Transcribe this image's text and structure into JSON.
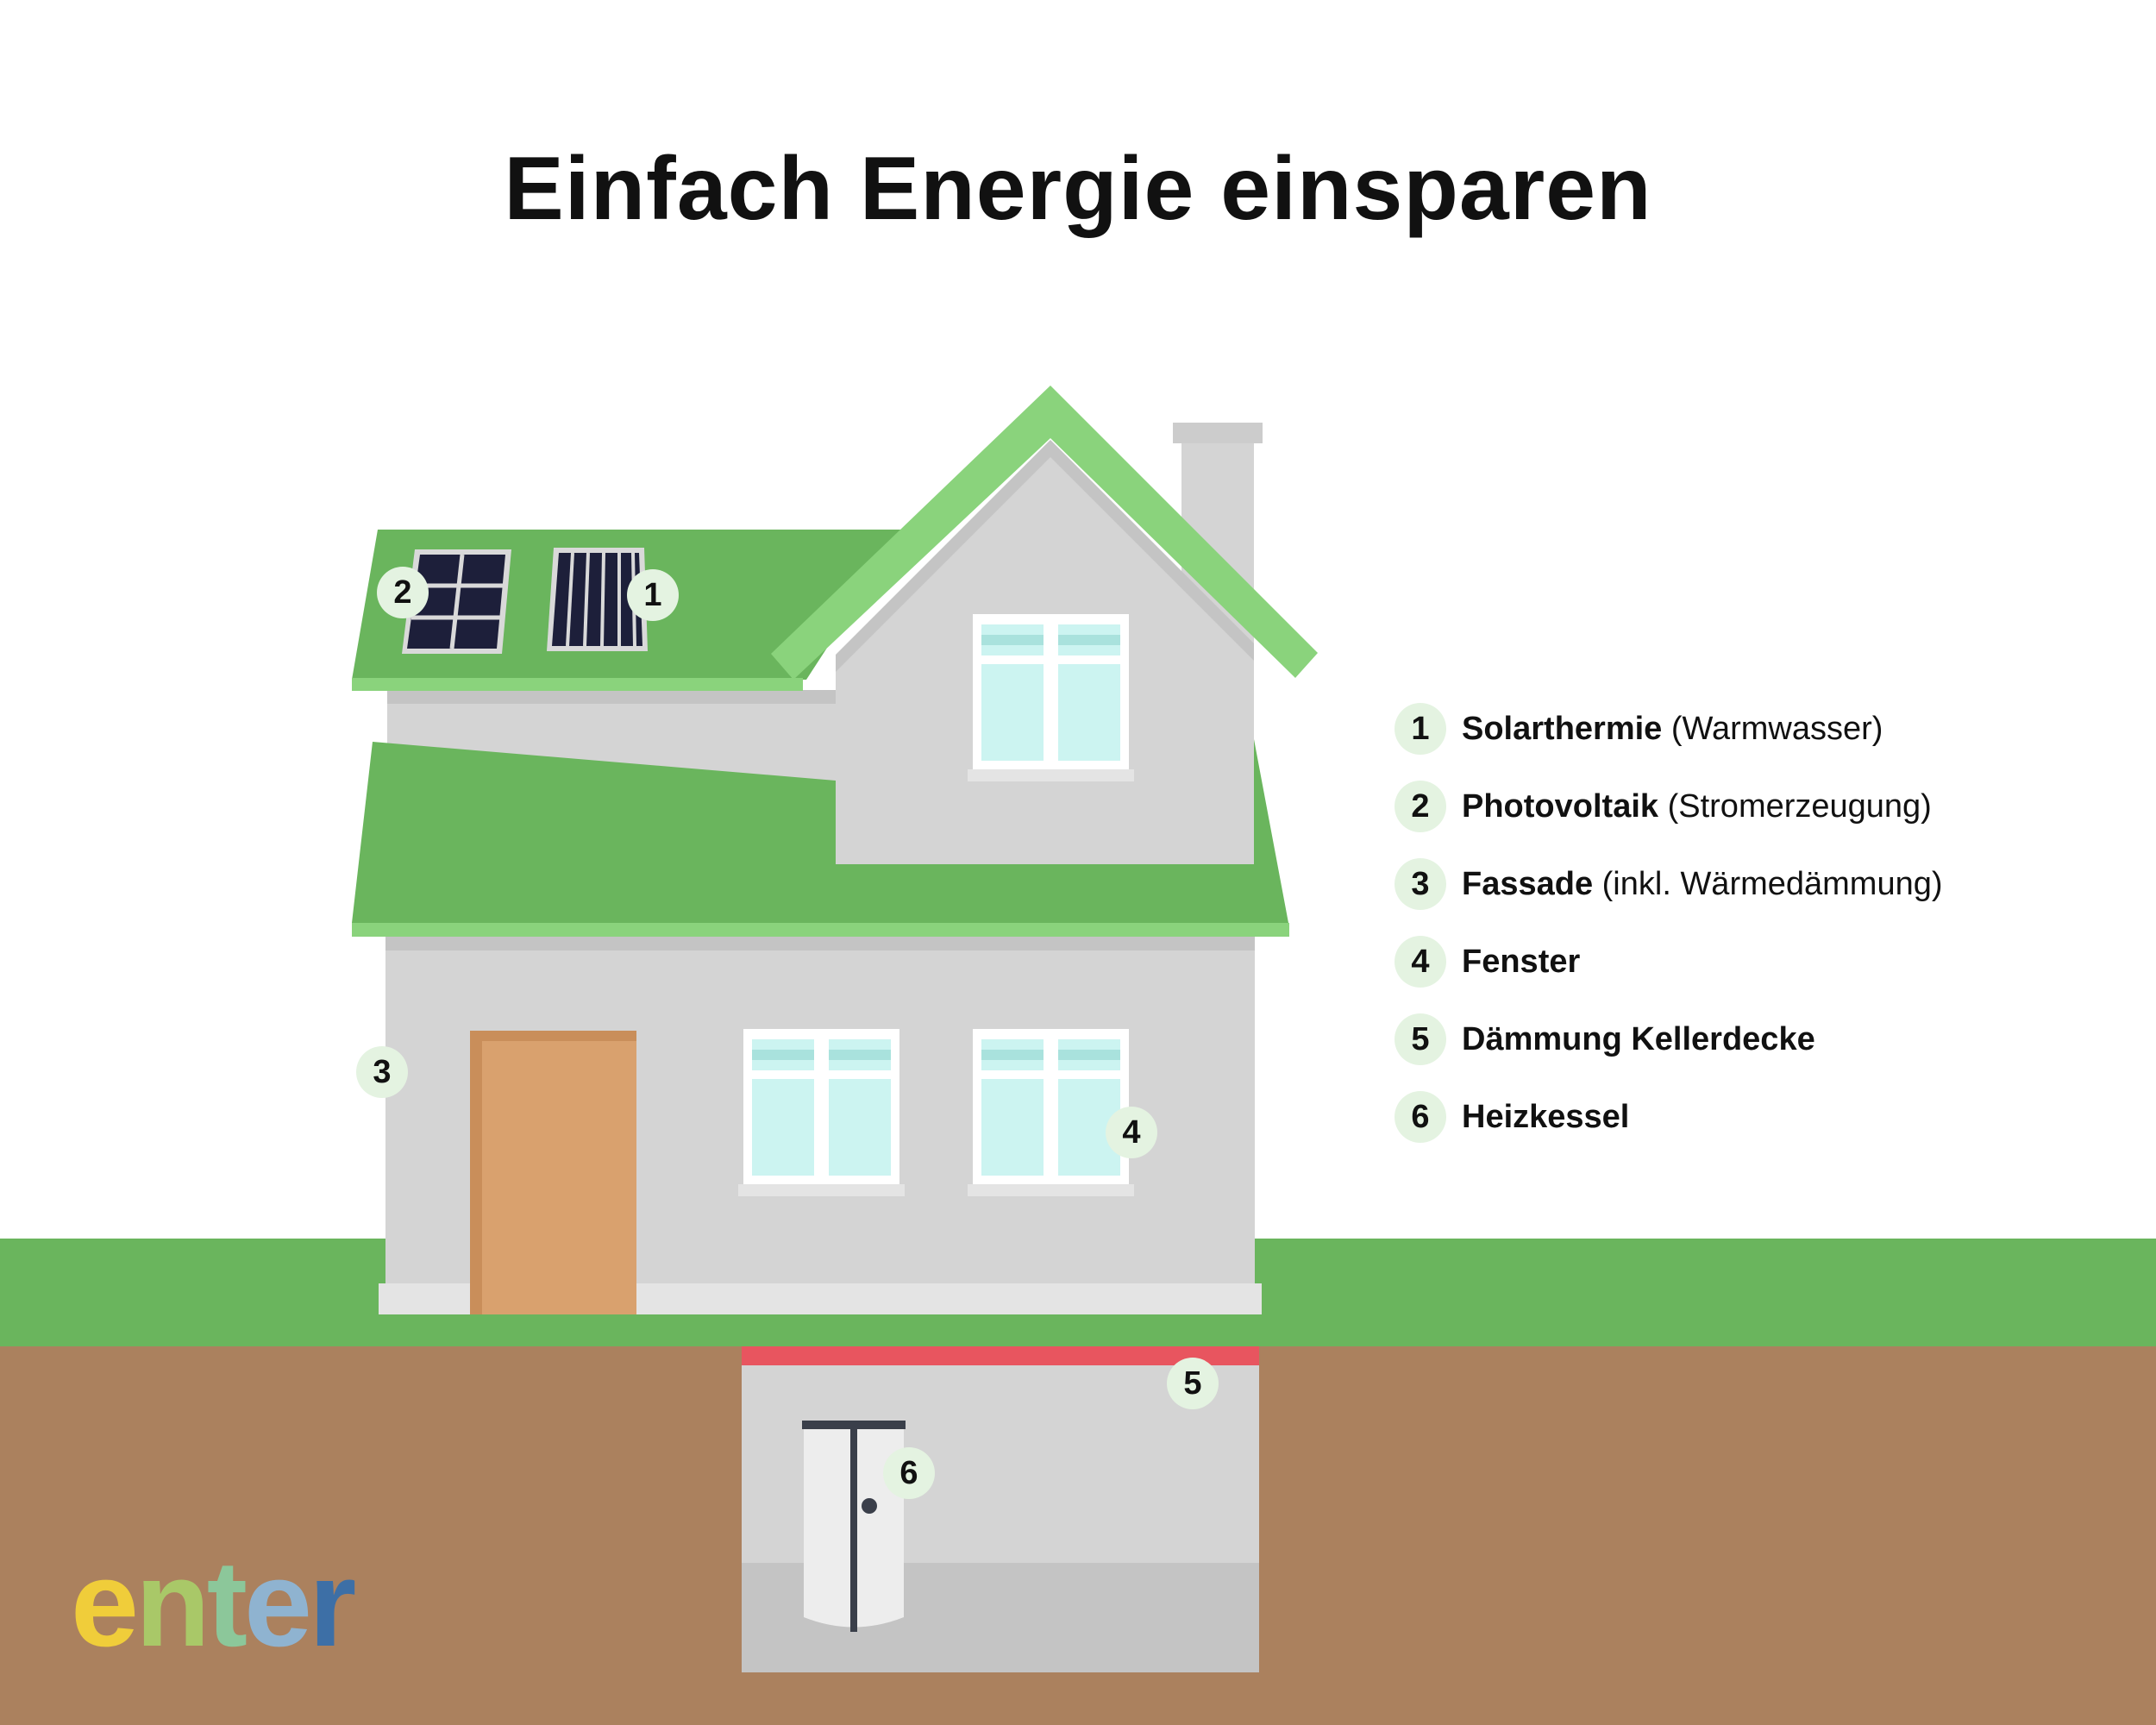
{
  "title": "Einfach Energie einsparen",
  "legend": [
    {
      "num": "1",
      "label": "Solarthermie",
      "note": "(Warmwasser)"
    },
    {
      "num": "2",
      "label": "Photovoltaik",
      "note": "(Stromerzeugung)"
    },
    {
      "num": "3",
      "label": "Fassade",
      "note": "(inkl. Wärmedämmung)"
    },
    {
      "num": "4",
      "label": "Fenster",
      "note": ""
    },
    {
      "num": "5",
      "label": "Dämmung Kellerdecke",
      "note": ""
    },
    {
      "num": "6",
      "label": "Heizkessel",
      "note": ""
    }
  ],
  "markers": {
    "m1": "1",
    "m2": "2",
    "m3": "3",
    "m4": "4",
    "m5": "5",
    "m6": "6"
  },
  "logo": {
    "text": "enter",
    "letters": [
      "e",
      "n",
      "t",
      "e",
      "r"
    ]
  },
  "colors": {
    "roof_green": "#6ab55d",
    "roof_light": "#8ad37c",
    "ground": "#ab815e",
    "grass": "#6ab55d",
    "wall": "#d4d4d4",
    "door": "#d9a16e",
    "glass": "#ccf4f1",
    "insulation": "#e8555f",
    "solar_panel": "#1d1f3a",
    "marker_bg": "#e4f3e1",
    "logo_gradient": [
      "#f0cd3a",
      "#7cc07e",
      "#9ec5c9",
      "#3d6fa6"
    ]
  }
}
